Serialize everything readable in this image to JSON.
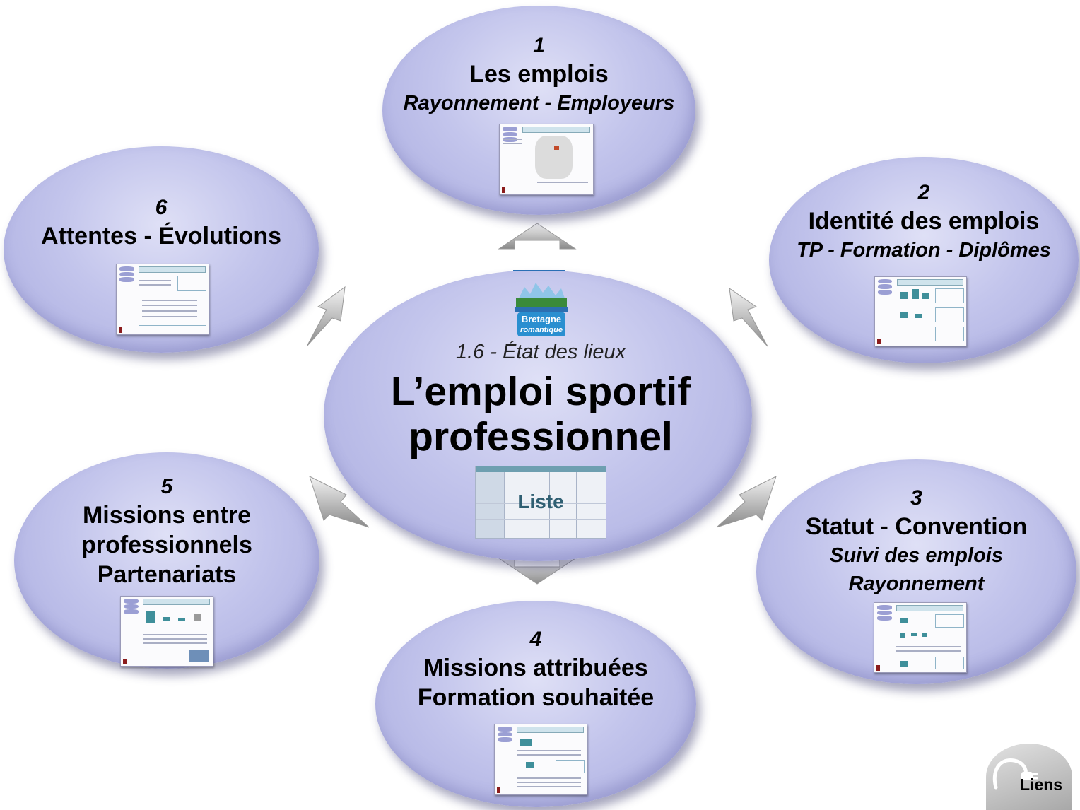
{
  "center": {
    "subtitle": "1.6 - État des lieux",
    "title_line1": "L’emploi sportif",
    "title_line2": "professionnel",
    "logo_text_1": "Bretagne",
    "logo_text_2": "romantique",
    "list_label": "Liste"
  },
  "nodes": [
    {
      "num": "1",
      "title": "Les emplois",
      "sub": "Rayonnement - Employeurs"
    },
    {
      "num": "2",
      "title": "Identité des emplois",
      "sub": "TP - Formation - Diplômes"
    },
    {
      "num": "3",
      "title": "Statut - Convention",
      "sub1": "Suivi des emplois",
      "sub2": "Rayonnement"
    },
    {
      "num": "4",
      "title1": "Missions attribuées",
      "title2": "Formation souhaitée"
    },
    {
      "num": "5",
      "title1": "Missions entre",
      "title2": "professionnels",
      "title3": "Partenariats"
    },
    {
      "num": "6",
      "title": "Attentes - Évolutions"
    }
  ],
  "links": {
    "label": "Liens"
  },
  "colors": {
    "oval": "#c3c5ec",
    "logo_blue": "#2a6fb5",
    "table_header": "#6e9fb0"
  }
}
